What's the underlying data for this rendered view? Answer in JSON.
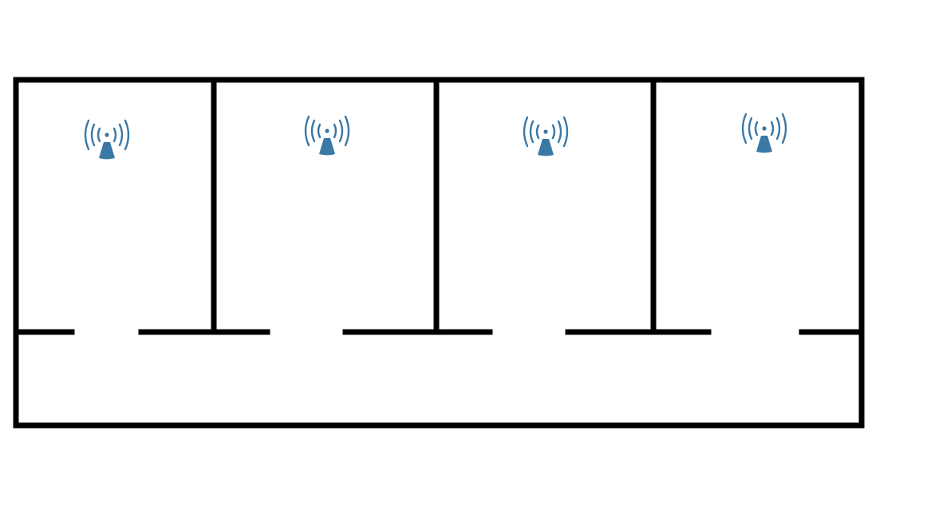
{
  "diagram": {
    "colors": {
      "wall": "#000000",
      "access_point": "#3a78a6",
      "background": "#ffffff"
    },
    "rooms": [
      {
        "id": "room-1",
        "icon": "wifi-access-point-icon"
      },
      {
        "id": "room-2",
        "icon": "wifi-access-point-icon"
      },
      {
        "id": "room-3",
        "icon": "wifi-access-point-icon"
      },
      {
        "id": "room-4",
        "icon": "wifi-access-point-icon"
      }
    ],
    "corridor": {
      "id": "hallway"
    }
  }
}
